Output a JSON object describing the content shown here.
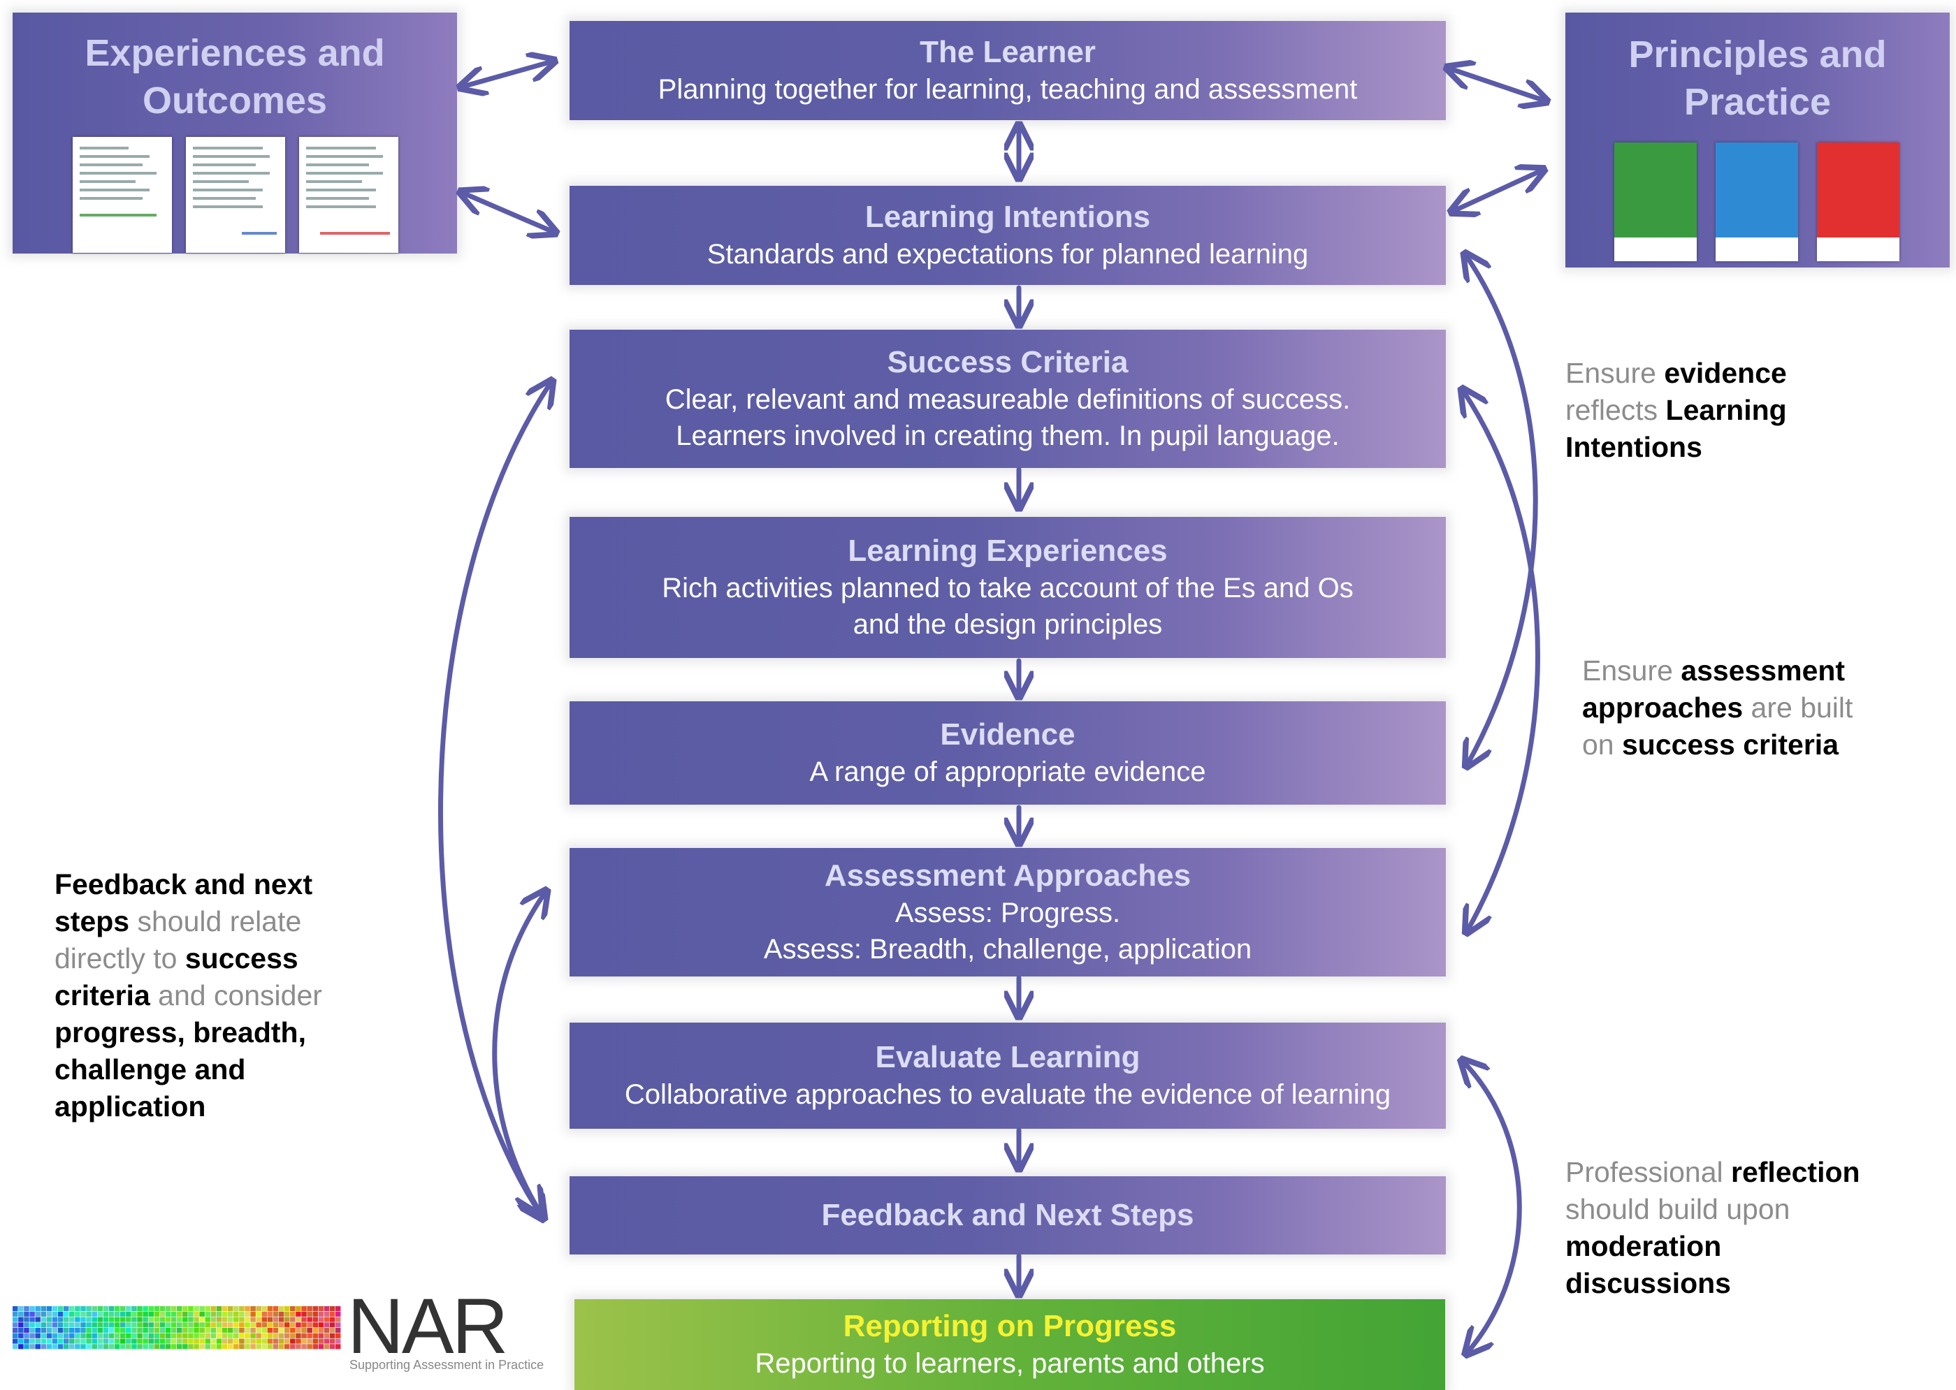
{
  "left_panel": {
    "title": "Experiences and\nOutcomes"
  },
  "right_panel": {
    "title": "Principles and\nPractice"
  },
  "boxes": [
    {
      "title": "The Learner",
      "sub": "Planning together for learning, teaching and assessment"
    },
    {
      "title": "Learning Intentions",
      "sub": "Standards and expectations for planned learning"
    },
    {
      "title": "Success Criteria",
      "sub": "Clear, relevant and measureable definitions of success.\nLearners involved in creating them. In pupil language."
    },
    {
      "title": "Learning Experiences",
      "sub": "Rich activities planned to take account of the Es and Os\nand the design principles"
    },
    {
      "title": "Evidence",
      "sub": "A range of appropriate evidence"
    },
    {
      "title": "Assessment Approaches",
      "sub": "Assess: Progress.\nAssess: Breadth, challenge, application"
    },
    {
      "title": "Evaluate Learning",
      "sub": "Collaborative approaches to evaluate the evidence of learning"
    },
    {
      "title": "Feedback and Next Steps",
      "sub": ""
    },
    {
      "title": "Reporting on Progress",
      "sub": "Reporting to learners, parents and others"
    }
  ],
  "notes": {
    "evidence": [
      "Ensure ",
      "evidence",
      "reflects ",
      "Learning",
      "Intentions"
    ],
    "assessment": [
      "Ensure ",
      "assessment",
      "approaches",
      " are built",
      "on ",
      "success criteria"
    ],
    "feedback": [
      "Feedback and next",
      "steps",
      " should relate",
      "directly to ",
      "success",
      "criteria",
      " and consider",
      "progress, breadth,",
      "challenge and",
      "application"
    ],
    "reflection": [
      "Professional ",
      "reflection",
      "should build upon",
      "moderation",
      "discussions"
    ]
  },
  "logo": {
    "text": "NAR",
    "tagline": "Supporting Assessment in Practice"
  },
  "colors": {
    "box": "#5f5ea6",
    "box_fade": "#ab95c8",
    "arrow": "#5b5ba8",
    "report": "#4fa836",
    "report_title": "#f7f231"
  }
}
